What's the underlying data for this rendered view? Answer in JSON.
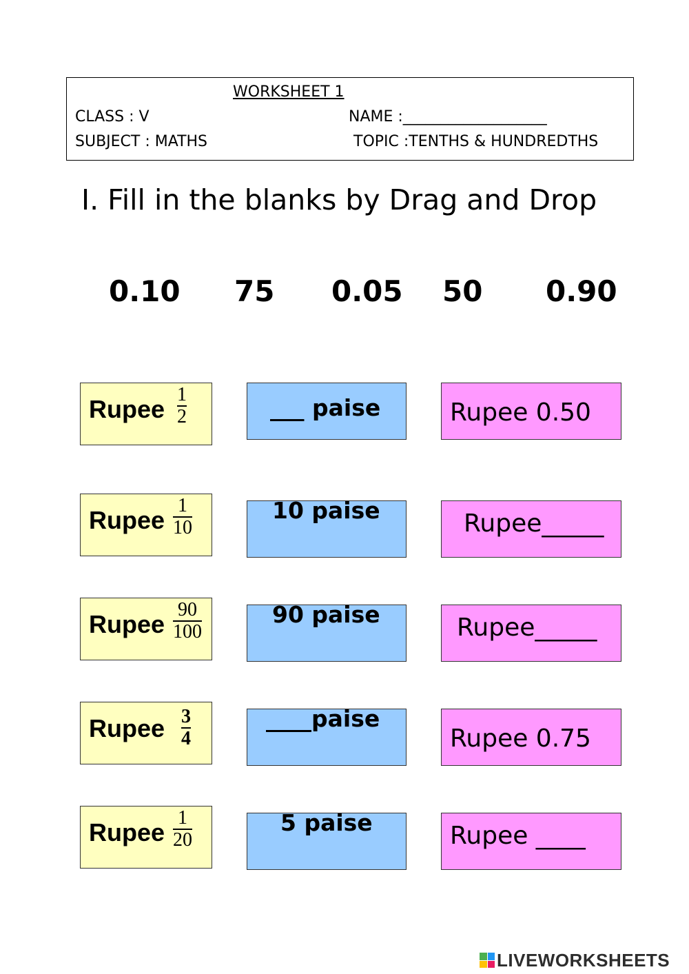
{
  "header": {
    "worksheet_title": "WORKSHEET 1",
    "class": "CLASS : V",
    "name": "NAME :___________________",
    "subject": "SUBJECT : MATHS",
    "topic": "TOPIC :TENTHS & HUNDREDTHS"
  },
  "instruction": "I. Fill in the blanks by Drag and Drop",
  "options": [
    "0.10",
    "75",
    "0.05",
    "50",
    "0.90"
  ],
  "rows": [
    {
      "rupee_label": "Rupee",
      "numerator": "1",
      "denominator": "2",
      "paise": "___ paise",
      "rupee_decimal": "Rupee 0.50"
    },
    {
      "rupee_label": "Rupee",
      "numerator": "1",
      "denominator": "10",
      "paise": "10 paise",
      "rupee_decimal": "Rupee_____"
    },
    {
      "rupee_label": "Rupee",
      "numerator": "90",
      "denominator": "100",
      "paise": "90 paise",
      "rupee_decimal": "Rupee_____"
    },
    {
      "rupee_label": "Rupee",
      "numerator": "3",
      "denominator": "4",
      "paise": "____paise",
      "rupee_decimal": "Rupee 0.75"
    },
    {
      "rupee_label": "Rupee",
      "numerator": "1",
      "denominator": "20",
      "paise": "5 paise",
      "rupee_decimal": "Rupee ____"
    }
  ],
  "brand": {
    "text": "LIVEWORKSHEETS",
    "icon": "liveworksheets-logo-icon",
    "icon_colors": [
      "#4caf50",
      "#2196f3",
      "#ffc107",
      "#e91e63"
    ]
  }
}
